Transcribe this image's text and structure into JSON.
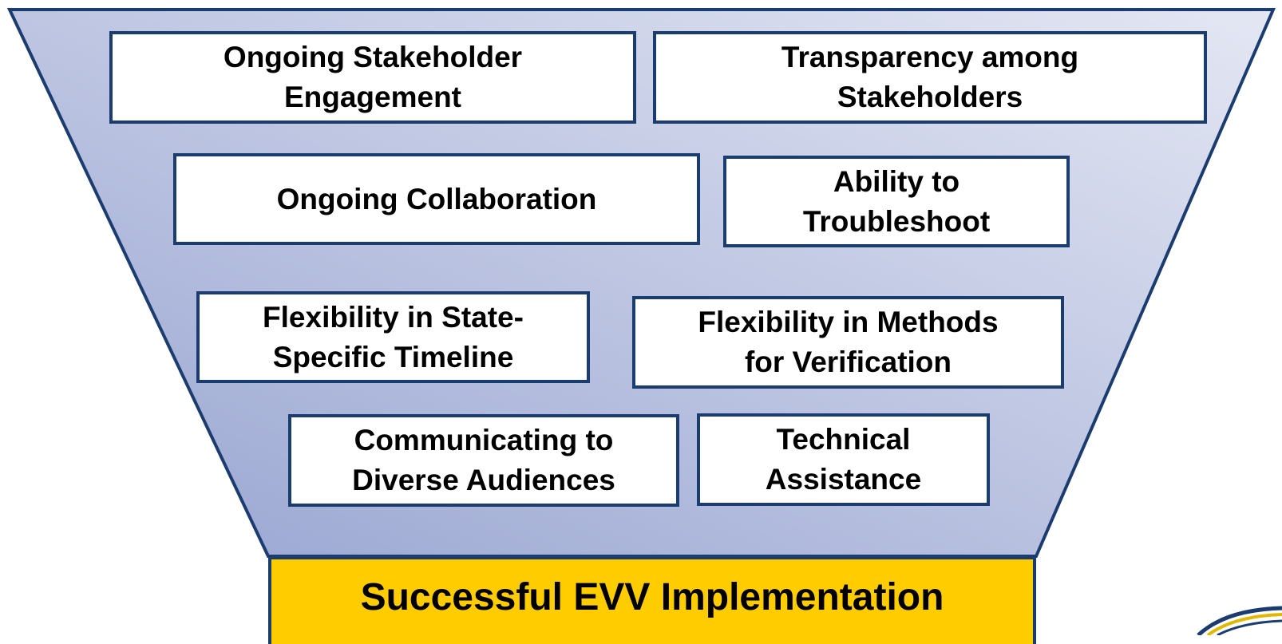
{
  "diagram": {
    "factors": [
      {
        "id": "ongoing-stakeholder-engagement",
        "label": "Ongoing Stakeholder\nEngagement"
      },
      {
        "id": "transparency-among-stakeholders",
        "label": "Transparency among\nStakeholders"
      },
      {
        "id": "ongoing-collaboration",
        "label": "Ongoing Collaboration"
      },
      {
        "id": "ability-to-troubleshoot",
        "label": "Ability to\nTroubleshoot"
      },
      {
        "id": "flexibility-state-specific-timeline",
        "label": "Flexibility in State-\nSpecific Timeline"
      },
      {
        "id": "flexibility-methods-verification",
        "label": "Flexibility in Methods\nfor Verification"
      },
      {
        "id": "communicating-diverse-audiences",
        "label": "Communicating to\nDiverse Audiences"
      },
      {
        "id": "technical-assistance",
        "label": "Technical\nAssistance"
      }
    ],
    "result": {
      "label": "Successful EVV Implementation"
    }
  },
  "colors": {
    "outline": "#1b3c6e",
    "funnel_top": "#e2e5f1",
    "funnel_bottom": "#9aa7d2",
    "result_fill": "#ffcc00",
    "box_fill": "#ffffff"
  }
}
